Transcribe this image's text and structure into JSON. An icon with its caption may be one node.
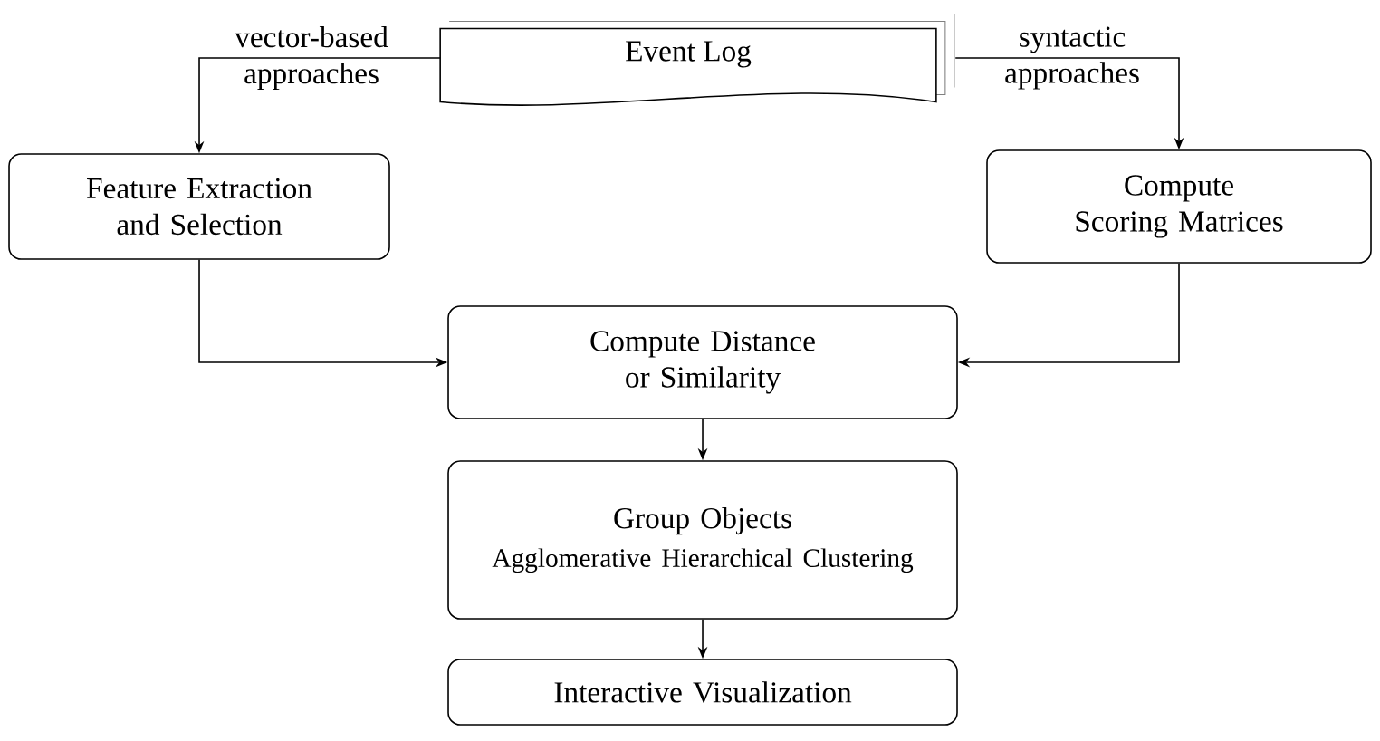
{
  "diagram": {
    "nodes": [
      {
        "text": [
          "Event Log"
        ]
      },
      {
        "text": [
          "Feature Extraction and Selection"
        ]
      },
      {
        "text": [
          "Compute Scoring Matrices"
        ]
      },
      {
        "text": [
          "Compute Distance or Similarity"
        ]
      },
      {
        "text": [
          "Group Objects",
          "Agglomerative Hierarchical Clustering"
        ]
      },
      {
        "text": [
          "Interactive Visualization"
        ]
      }
    ],
    "edges": [
      {
        "from": 0,
        "to": 1,
        "arrow": "to",
        "label": "vector-based approaches"
      },
      {
        "from": 0,
        "to": 2,
        "arrow": "to",
        "label": "syntactic approaches"
      },
      {
        "from": 1,
        "to": 3,
        "arrow": "to"
      },
      {
        "from": 2,
        "to": 3,
        "arrow": "to"
      },
      {
        "from": 3,
        "to": 4,
        "arrow": "to"
      },
      {
        "from": 4,
        "to": 5,
        "arrow": "to"
      }
    ]
  }
}
